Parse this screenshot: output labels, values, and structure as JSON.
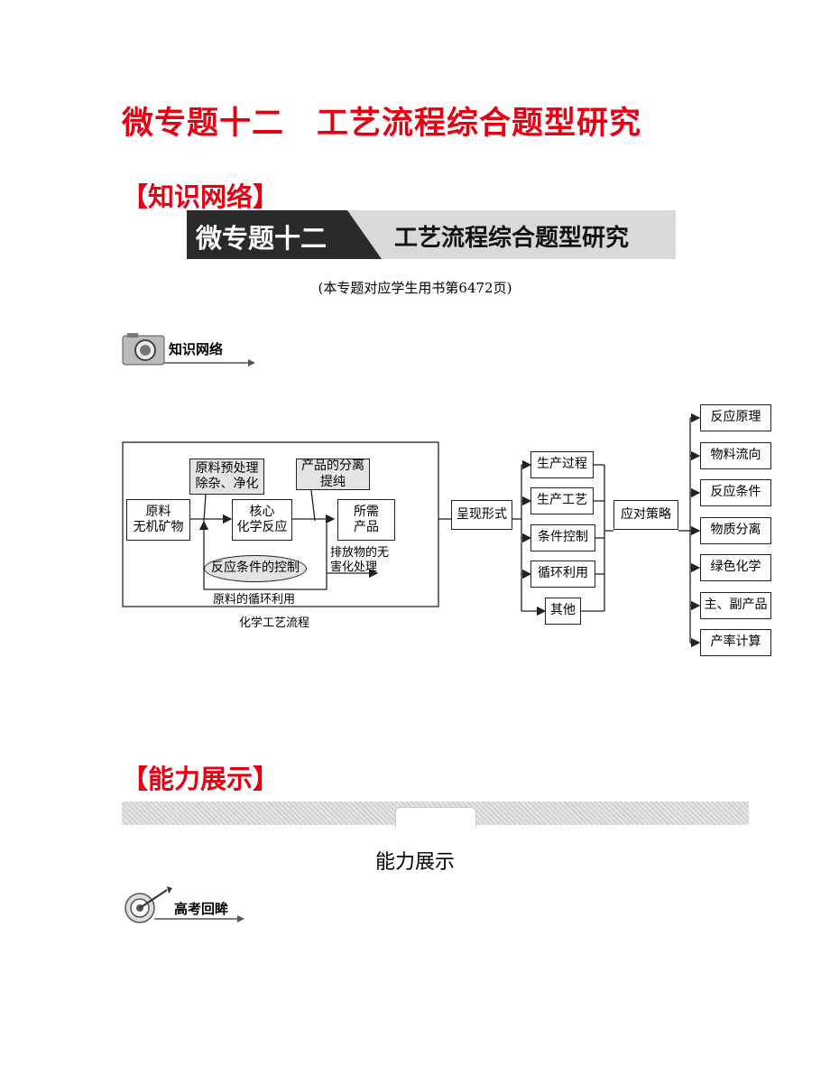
{
  "title": "微专题十二　工艺流程综合题型研究",
  "section_knowledge": "【知识网络】",
  "banner": {
    "part1": "微专题十二",
    "part2": "工艺流程综合题型研究"
  },
  "page_note": "(本专题对应学生用书第6472页)",
  "icon_knowledge_label": "知识网络",
  "diagram": {
    "raw_material": "原料\n无机矿物",
    "pretreat": "原料预处理\n除杂、净化",
    "core": "核心\n化学反应",
    "separation": "产品的分离\n提纯",
    "product": "所需\n产品",
    "condition_control": "反应条件的控制",
    "discharge": "排放物的无\n害化处理",
    "recycle": "原料的循环利用",
    "caption": "化学工艺流程",
    "forms": "呈现形式",
    "form_items": [
      "生产过程",
      "生产工艺",
      "条件控制",
      "循环利用",
      "其他"
    ],
    "strategy": "应对策略",
    "strategy_items": [
      "反应原理",
      "物料流向",
      "反应条件",
      "物质分离",
      "绿色化学",
      "主、副产品",
      "产率计算"
    ]
  },
  "section_ability": "【能力展示】",
  "ability_title": "能力展示",
  "icon_exam_label": "高考回眸"
}
